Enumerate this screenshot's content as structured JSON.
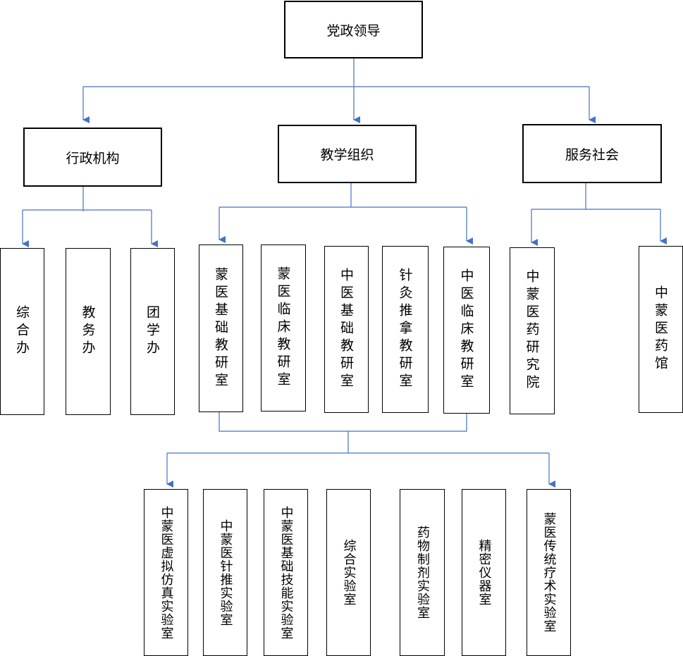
{
  "diagram": {
    "root": "党政领导",
    "level1": [
      "行政机构",
      "教学组织",
      "服务社会"
    ],
    "admin_units": [
      "综合办",
      "教务办",
      "团学办"
    ],
    "teaching_units": [
      "蒙医基础教研室",
      "蒙医临床教研室",
      "中医基础教研室",
      "针灸推拿教研室",
      "中医临床教研室"
    ],
    "service_units": [
      "中蒙医药研究院",
      "中蒙医药馆"
    ],
    "labs": [
      "中蒙医虚拟仿真实验室",
      "中蒙医针推实验室",
      "中蒙医基础技能实验室",
      "综合实验室",
      "药物制剂实验室",
      "精密仪器室",
      "蒙医传统疗术实验室"
    ]
  },
  "colors": {
    "connector": "#4472C4",
    "border": "#000000"
  }
}
